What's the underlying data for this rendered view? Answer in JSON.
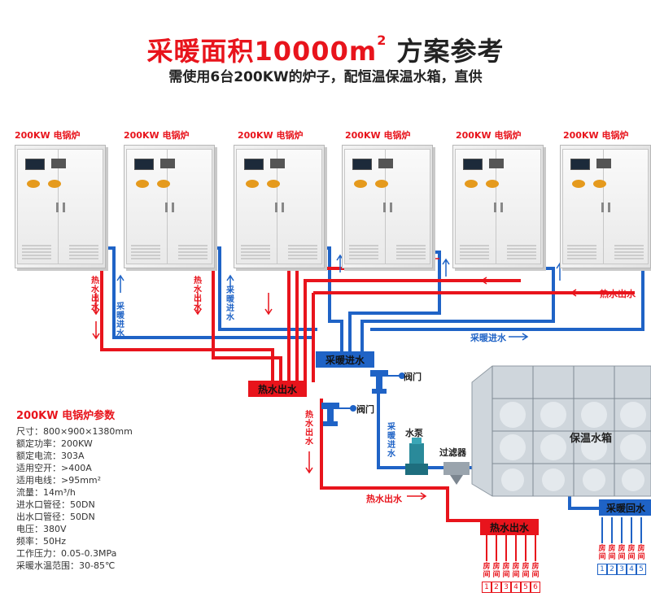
{
  "title_red": "采暖面积10000m",
  "title_sup": "2",
  "title_dark": "方案参考",
  "subtitle": "需使用6台200KW的炉子，配恒温保温水箱，直供",
  "boilers": [
    {
      "label": "200KW 电锅炉"
    },
    {
      "label": "200KW 电锅炉"
    },
    {
      "label": "200KW 电锅炉"
    },
    {
      "label": "200KW 电锅炉"
    },
    {
      "label": "200KW 电锅炉"
    },
    {
      "label": "200KW 电锅炉"
    }
  ],
  "pipe_labels": {
    "hot_out": "热水出水",
    "heat_in": "采暖进水",
    "heat_return": "采暖回水",
    "valve": "阀门",
    "pump": "水泵",
    "filter": "过滤器",
    "tank": "保温水箱"
  },
  "params": {
    "title": "200KW 电锅炉参数",
    "lines": [
      "尺寸：800×900×1380mm",
      "额定功率：200KW",
      "额定电流：303A",
      "适用空开：>400A",
      "适用电线：>95mm²",
      "流量：14m³/h",
      "进水口管径：50DN",
      "出水口管径：50DN",
      "电压：380V",
      "频率：50Hz",
      "工作压力：0.05-0.3MPa",
      "采暖水温范围：30-85℃"
    ]
  },
  "rooms": {
    "label": "房间",
    "numbers": [
      "1",
      "2",
      "3",
      "4",
      "5",
      "6"
    ]
  },
  "colors": {
    "hot": "#e8141c",
    "cold": "#1f63c6"
  }
}
